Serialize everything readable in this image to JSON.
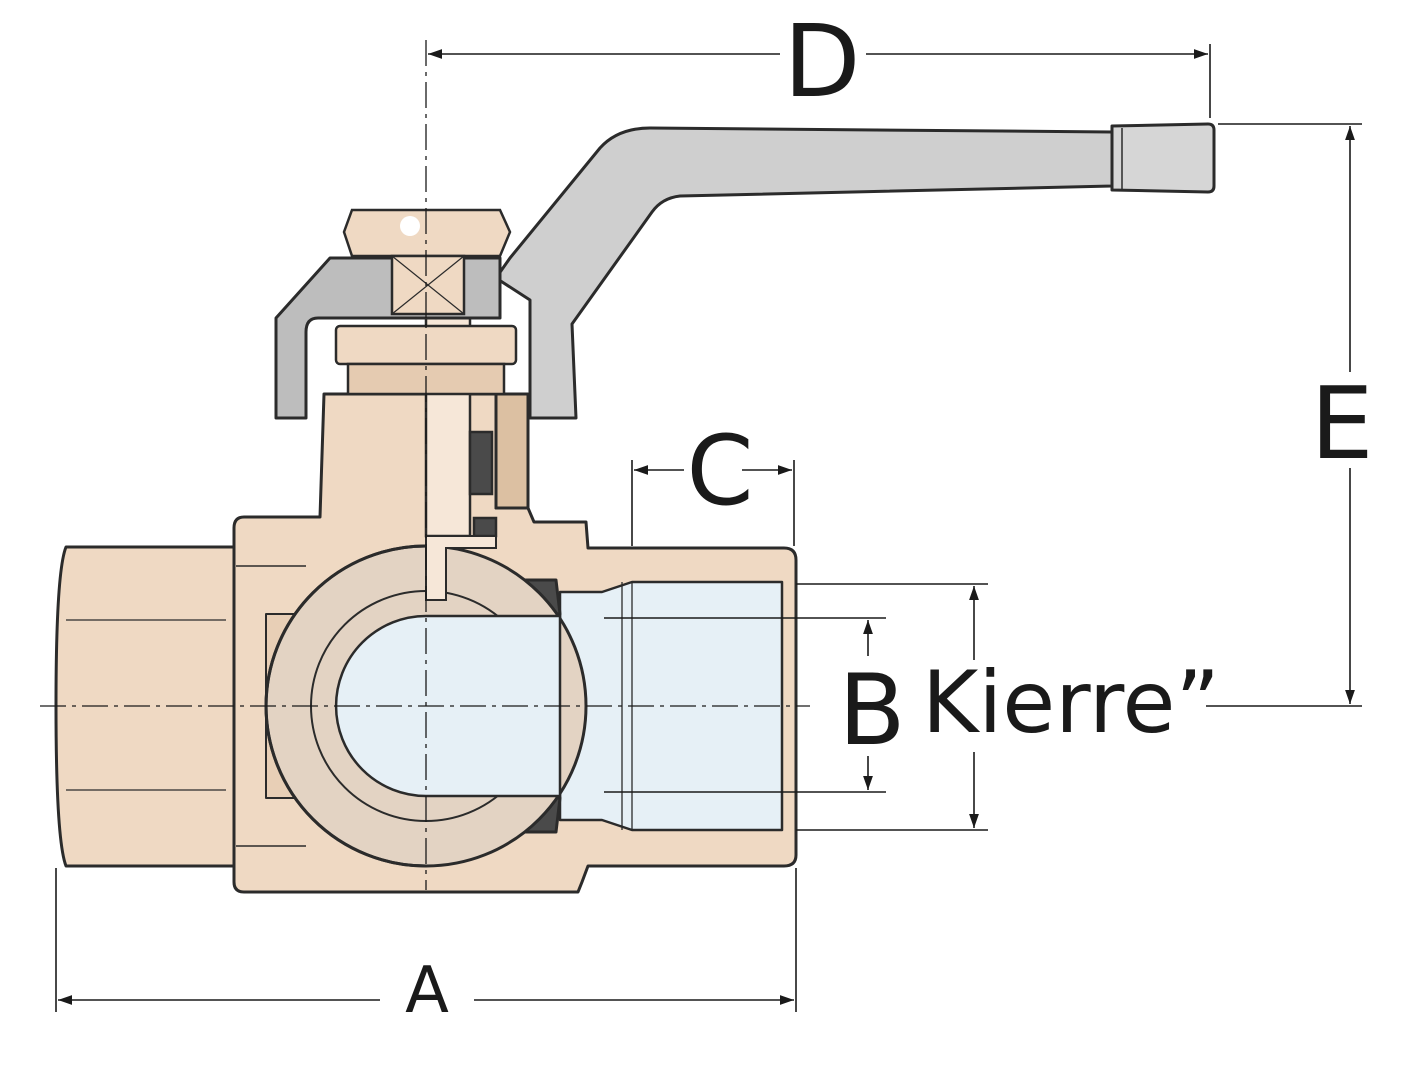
{
  "diagram": {
    "labels": {
      "d": "D",
      "e": "E",
      "c": "C",
      "b": "B",
      "thread": "Kierre”",
      "a": "A"
    },
    "colors": {
      "body": "#efd9c3",
      "body_shadow": "#dcc0a2",
      "handle": "#cfcfcf",
      "handle_dark": "#b5b5b5",
      "bore": "#e6f0f6",
      "ball": "#e3d3c3",
      "seal": "#4a4a4a",
      "outline": "#2b2b2b",
      "dimension": "#1a1a1a"
    }
  }
}
